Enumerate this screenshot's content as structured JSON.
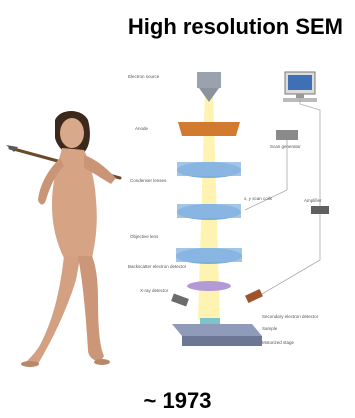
{
  "title": "High resolution SEM",
  "year": "~ 1973",
  "diagram": {
    "labels": {
      "electron_source": "Electron source",
      "anode": "Anode",
      "condenser": "Condenser lenses",
      "objective": "Objective lens",
      "scatter": "Backscatter electron detector",
      "xray": "X-ray detector",
      "secondary": "Secondary electron detector",
      "sample": "Sample",
      "stage": "Motorized stage",
      "scan_generator": "Scan generator",
      "scan_coils": "x, y scan coils",
      "amplifier": "Amplifier"
    }
  }
}
